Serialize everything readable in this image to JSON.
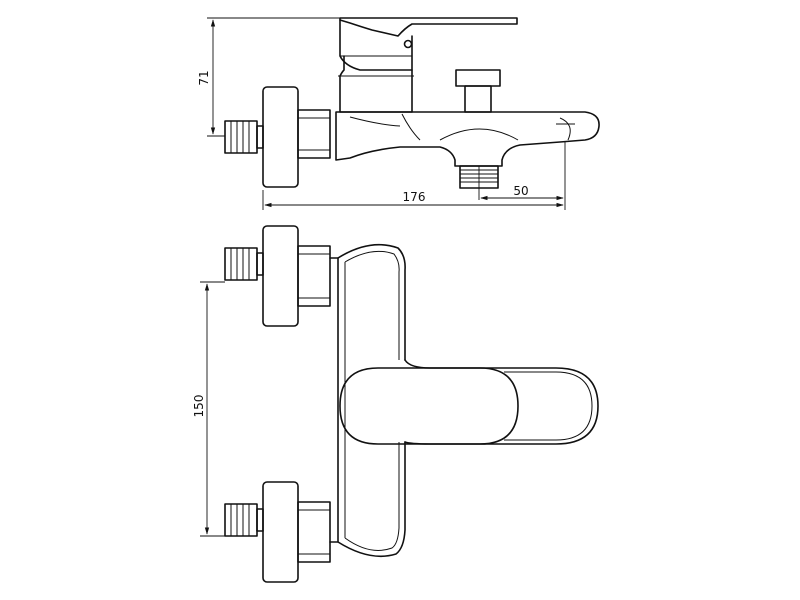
{
  "drawing": {
    "line_color": "#111111",
    "background_color": "#ffffff",
    "side_view": {
      "dimensions": {
        "height": "71",
        "total_length": "176",
        "spout_offset": "50"
      }
    },
    "top_view": {
      "dimensions": {
        "inlet_spacing": "150"
      }
    }
  }
}
